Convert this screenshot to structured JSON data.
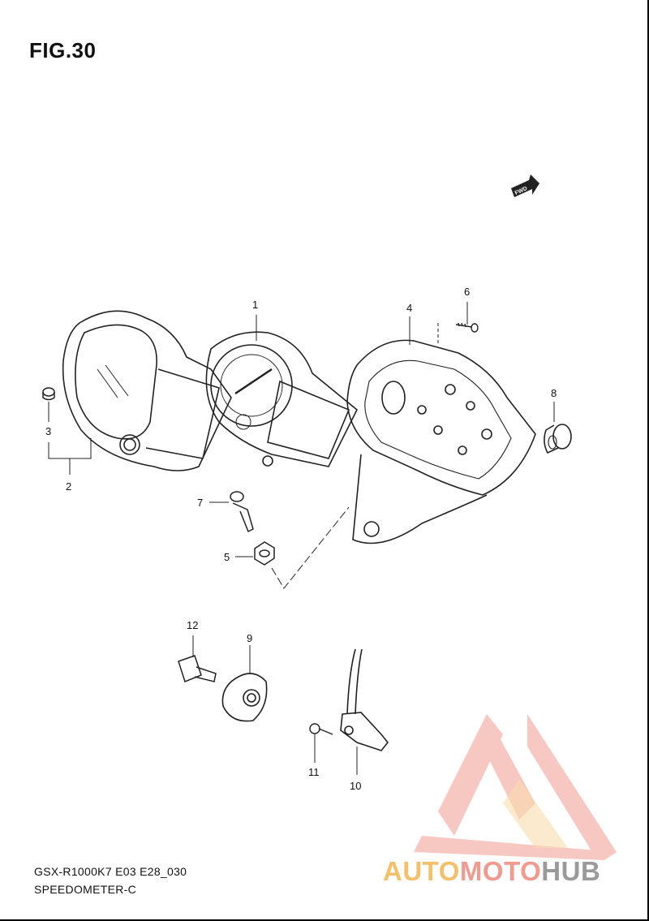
{
  "figure": {
    "title": "FIG.30",
    "model_line": "GSX-R1000K7 E03 E28_030",
    "part_group": "SPEEDOMETER-C"
  },
  "fwd_badge": "FWD",
  "callouts": {
    "n1": "1",
    "n2": "2",
    "n3": "3",
    "n4": "4",
    "n5": "5",
    "n6": "6",
    "n7": "7",
    "n8": "8",
    "n9": "9",
    "n10": "10",
    "n11": "11",
    "n12": "12"
  },
  "watermark": {
    "part_a": "AUTO",
    "part_b": "MOTO",
    "part_c": "HUB",
    "color_primary": "#f29a8f",
    "color_secondary": "#f5c06a"
  }
}
